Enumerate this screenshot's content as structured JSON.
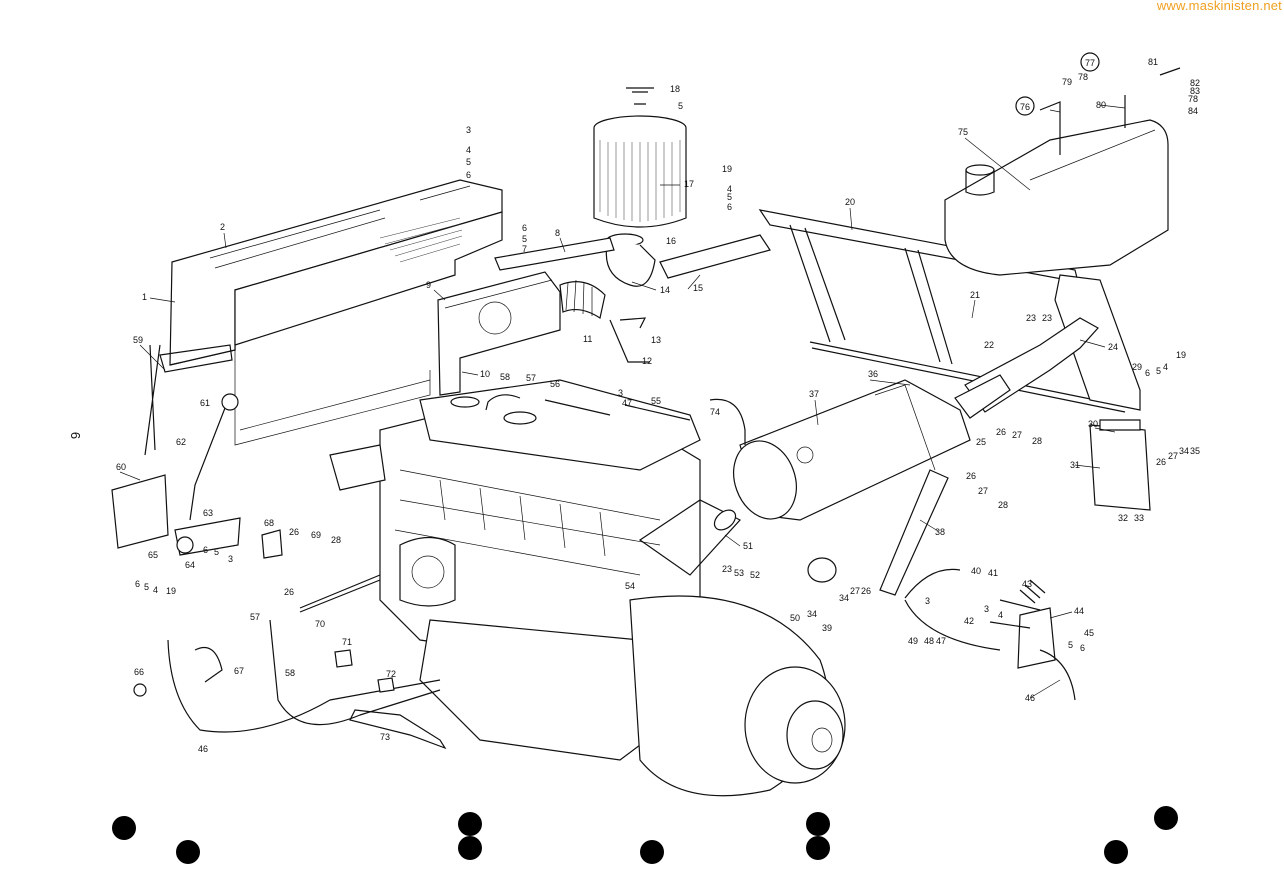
{
  "watermark": "www.maskinisten.net",
  "page_number": "6",
  "labels": {
    "n1": "1",
    "n2": "2",
    "n3a": "3",
    "n4a": "4",
    "n5a": "5",
    "n6a": "6",
    "n6b": "6",
    "n5b": "5",
    "n7": "7",
    "n8": "8",
    "n9": "9",
    "n10": "10",
    "n11": "11",
    "n12": "12",
    "n13": "13",
    "n14": "14",
    "n15": "15",
    "n16": "16",
    "n17": "17",
    "n18": "18",
    "n5c": "5",
    "n19a": "19",
    "n4b": "4",
    "n5d": "5",
    "n6c": "6",
    "n20": "20",
    "n21": "21",
    "n22": "22",
    "n23a": "23",
    "n23b": "23",
    "n24": "24",
    "n75": "75",
    "n76": "76",
    "n77": "77",
    "n78a": "78",
    "n79": "79",
    "n80": "80",
    "n81": "81",
    "n82": "82",
    "n83": "83",
    "n78b": "78",
    "n84": "84",
    "n59": "59",
    "n61": "61",
    "n62": "62",
    "n60": "60",
    "n63": "63",
    "n65": "65",
    "n64": "64",
    "n6d": "6",
    "n5e": "5",
    "n3b": "3",
    "n6e": "6",
    "n5f": "5",
    "n4c": "4",
    "n19b": "19",
    "n58a": "58",
    "n57a": "57",
    "n56": "56",
    "n3c": "3",
    "n47a": "47",
    "n55": "55",
    "n74": "74",
    "n68": "68",
    "n26a": "26",
    "n69": "69",
    "n28a": "28",
    "n70": "70",
    "n26b": "26",
    "n57b": "57",
    "n66": "66",
    "n67": "67",
    "n46a": "46",
    "n58b": "58",
    "n71": "71",
    "n72": "72",
    "n73": "73",
    "n37": "37",
    "n36": "36",
    "n25": "25",
    "n26c": "26",
    "n27a": "27",
    "n28b": "28",
    "n29": "29",
    "n6f": "6",
    "n5g": "5",
    "n4d": "4",
    "n19c": "19",
    "n30": "30",
    "n31": "31",
    "n32": "32",
    "n33": "33",
    "n26d": "26",
    "n27b": "27",
    "n34a": "34",
    "n35": "35",
    "n26e": "26",
    "n27c": "27",
    "n28c": "28",
    "n38": "38",
    "n51": "51",
    "n54": "54",
    "n23c": "23",
    "n53": "53",
    "n52": "52",
    "n50": "50",
    "n34b": "34",
    "n39": "39",
    "n34c": "34",
    "n27d": "27",
    "n26f": "26",
    "n40": "40",
    "n41": "41",
    "n43": "43",
    "n3d": "3",
    "n3e": "3",
    "n4e": "4",
    "n42": "42",
    "n49": "49",
    "n48": "48",
    "n47b": "47",
    "n44": "44",
    "n45": "45",
    "n5h": "5",
    "n6g": "6",
    "n46b": "46"
  }
}
